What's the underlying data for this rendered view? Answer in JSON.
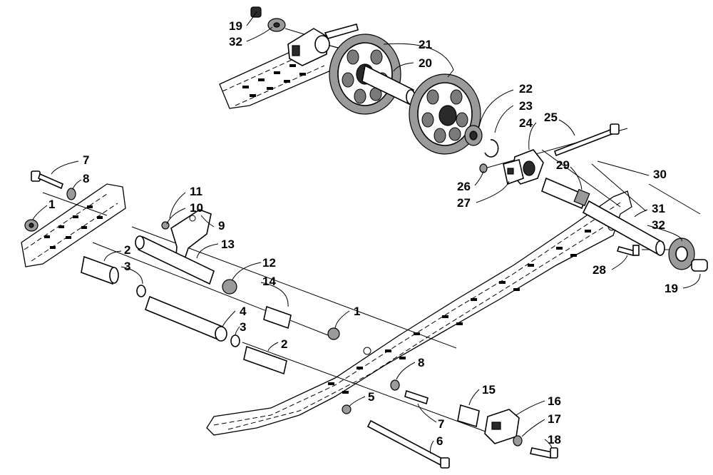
{
  "callouts": [
    {
      "id": "c19a",
      "text": "19"
    },
    {
      "id": "c32a",
      "text": "32"
    },
    {
      "id": "c21",
      "text": "21"
    },
    {
      "id": "c20",
      "text": "20"
    },
    {
      "id": "c22",
      "text": "22"
    },
    {
      "id": "c23",
      "text": "23"
    },
    {
      "id": "c24",
      "text": "24"
    },
    {
      "id": "c25",
      "text": "25"
    },
    {
      "id": "c29",
      "text": "29"
    },
    {
      "id": "c30",
      "text": "30"
    },
    {
      "id": "c26",
      "text": "26"
    },
    {
      "id": "c27",
      "text": "27"
    },
    {
      "id": "c31",
      "text": "31"
    },
    {
      "id": "c32b",
      "text": "32"
    },
    {
      "id": "c28",
      "text": "28"
    },
    {
      "id": "c19b",
      "text": "19"
    },
    {
      "id": "c7a",
      "text": "7"
    },
    {
      "id": "c8a",
      "text": "8"
    },
    {
      "id": "c1a",
      "text": "1"
    },
    {
      "id": "c11",
      "text": "11"
    },
    {
      "id": "c10",
      "text": "10"
    },
    {
      "id": "c9",
      "text": "9"
    },
    {
      "id": "c13",
      "text": "13"
    },
    {
      "id": "c2a",
      "text": "2"
    },
    {
      "id": "c3a",
      "text": "3"
    },
    {
      "id": "c12",
      "text": "12"
    },
    {
      "id": "c14",
      "text": "14"
    },
    {
      "id": "c4",
      "text": "4"
    },
    {
      "id": "c3b",
      "text": "3"
    },
    {
      "id": "c1b",
      "text": "1"
    },
    {
      "id": "c2b",
      "text": "2"
    },
    {
      "id": "c8b",
      "text": "8"
    },
    {
      "id": "c5",
      "text": "5"
    },
    {
      "id": "c15",
      "text": "15"
    },
    {
      "id": "c16",
      "text": "16"
    },
    {
      "id": "c7b",
      "text": "7"
    },
    {
      "id": "c17",
      "text": "17"
    },
    {
      "id": "c6",
      "text": "6"
    },
    {
      "id": "c18",
      "text": "18"
    }
  ]
}
